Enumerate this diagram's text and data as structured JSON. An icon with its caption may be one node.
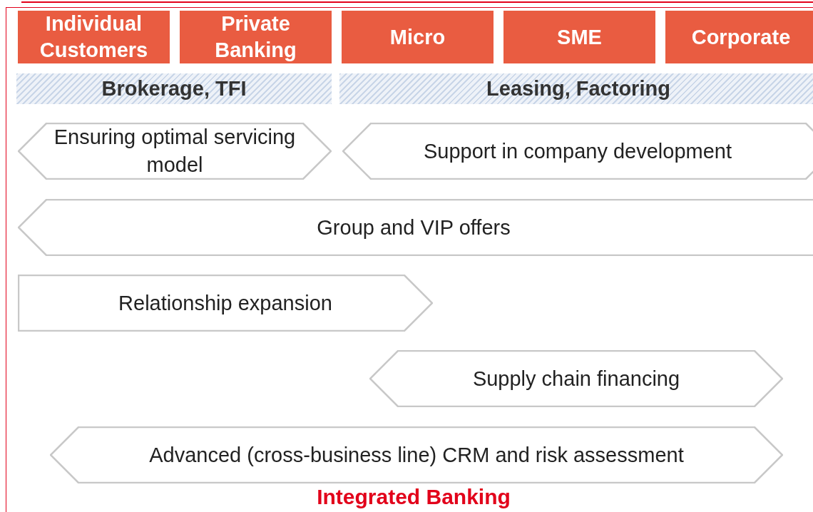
{
  "diagram": {
    "nodes": [
      {
        "text": [
          "Individual Customers"
        ]
      },
      {
        "text": [
          "Private Banking"
        ]
      },
      {
        "text": [
          "Micro"
        ]
      },
      {
        "text": [
          "SME"
        ]
      },
      {
        "text": [
          "Corporate"
        ]
      },
      {
        "text": [
          "Brokerage, TFI"
        ]
      },
      {
        "text": [
          "Leasing, Factoring"
        ]
      },
      {
        "text": [
          "Ensuring optimal servicing model"
        ]
      },
      {
        "text": [
          "Support in company development"
        ]
      },
      {
        "text": [
          "Group and VIP offers"
        ]
      },
      {
        "text": [
          "Relationship expansion"
        ]
      },
      {
        "text": [
          "Supply chain financing"
        ]
      },
      {
        "text": [
          "Advanced (cross-business line) CRM and risk assessment"
        ]
      }
    ],
    "labels": [
      "Integrated Banking"
    ]
  }
}
